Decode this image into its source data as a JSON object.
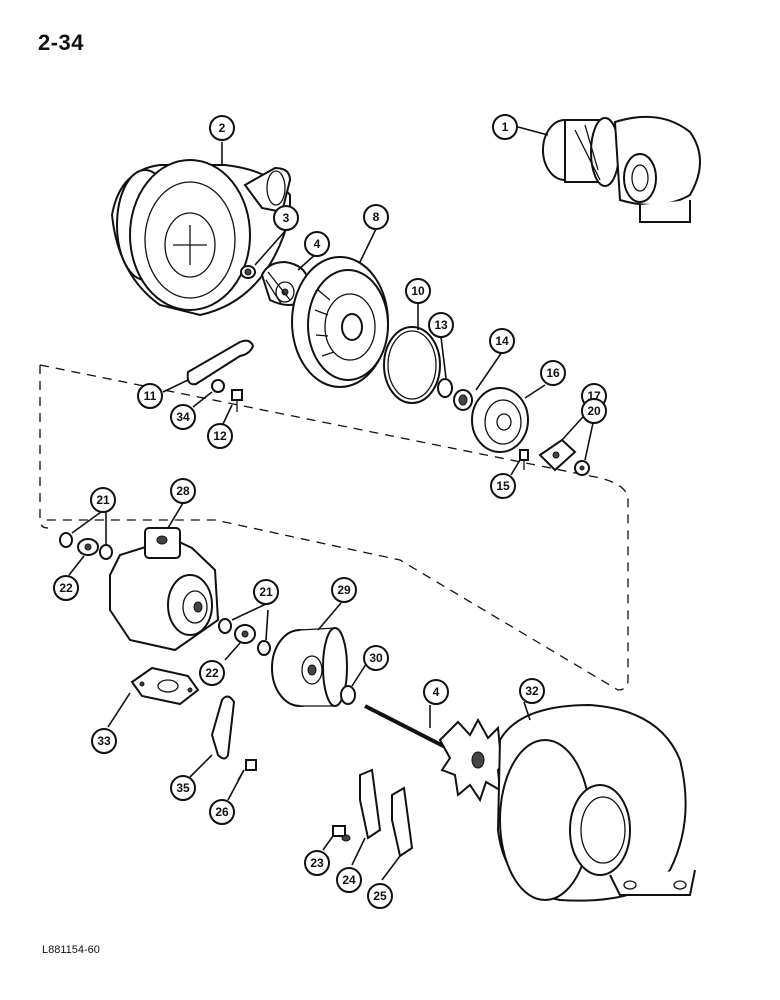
{
  "page": {
    "page_number": "2-34",
    "drawing_code": "L881154-60"
  },
  "callouts": {
    "c1": "1",
    "c2": "2",
    "c3": "3",
    "c4a": "4",
    "c8": "8",
    "c10": "10",
    "c11": "11",
    "c12": "12",
    "c13": "13",
    "c14": "14",
    "c15": "15",
    "c16": "16",
    "c17": "17",
    "c20": "20",
    "c21a": "21",
    "c21b": "21",
    "c22a": "22",
    "c22b": "22",
    "c23": "23",
    "c24": "24",
    "c25": "25",
    "c26": "26",
    "c28": "28",
    "c29": "29",
    "c30": "30",
    "c32": "32",
    "c33": "33",
    "c34": "34",
    "c35": "35",
    "c4b": "4"
  }
}
